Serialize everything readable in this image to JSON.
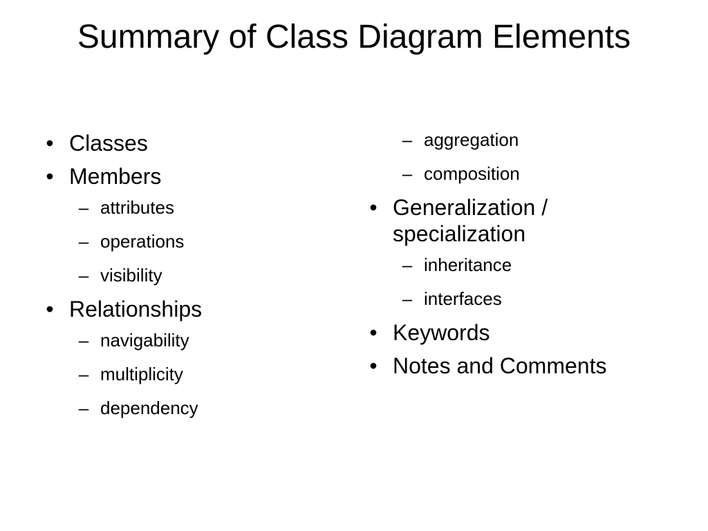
{
  "slide": {
    "title": "Summary of Class Diagram Elements",
    "left_column": {
      "classes": "Classes",
      "members": "Members",
      "members_items": [
        "attributes",
        "operations",
        "visibility"
      ],
      "relationships": "Relationships",
      "relationships_items": [
        "navigability",
        "multiplicity",
        "dependency"
      ]
    },
    "right_column": {
      "relationships_items_continued": [
        "aggregation",
        "composition"
      ],
      "generalization": "Generalization / specialization",
      "generalization_items": [
        "inheritance",
        "interfaces"
      ],
      "keywords": "Keywords",
      "notes": "Notes and Comments"
    },
    "bullet_glyph": "•",
    "dash_glyph": "–"
  }
}
